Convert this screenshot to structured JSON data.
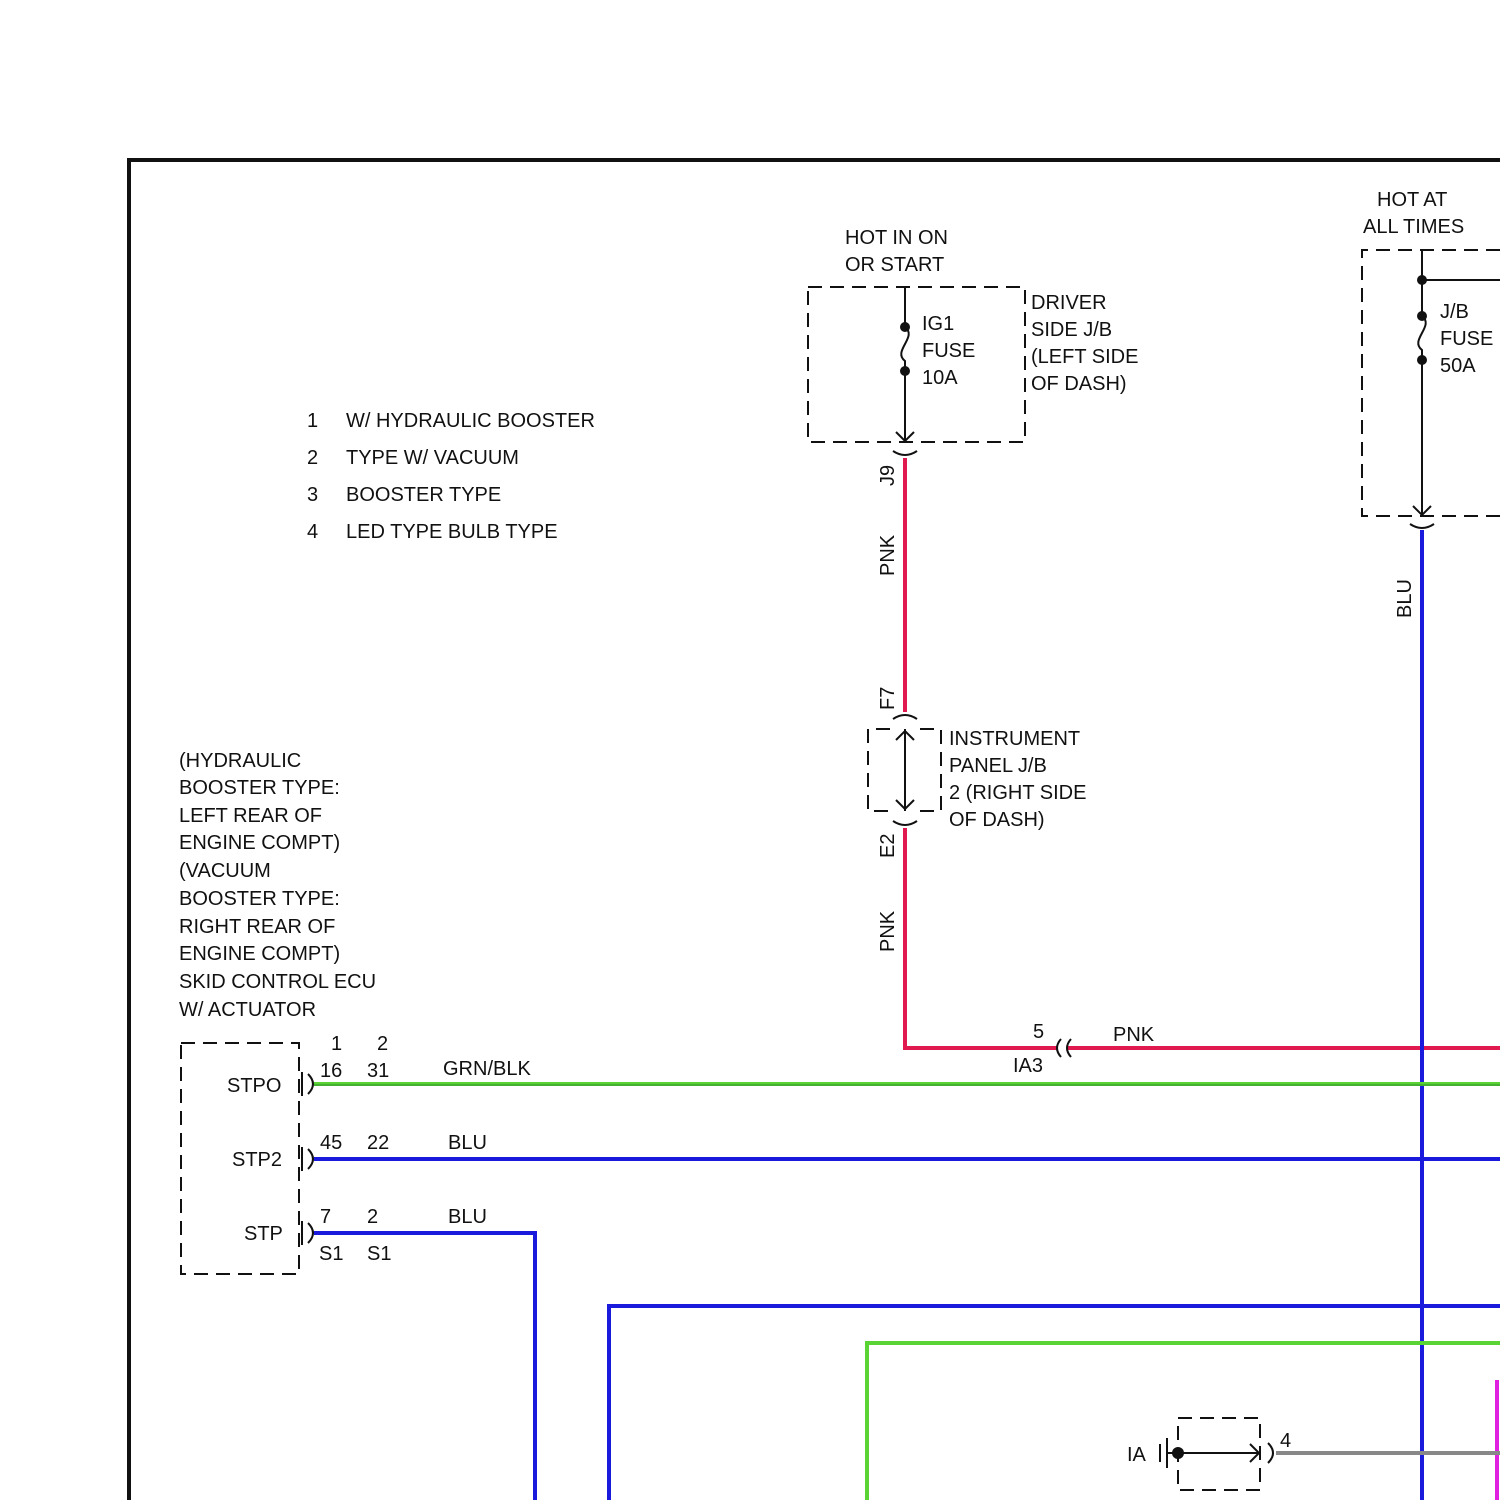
{
  "legend": [
    {
      "num": "1",
      "text": "W/ HYDRAULIC BOOSTER"
    },
    {
      "num": "2",
      "text": "TYPE W/ VACUUM"
    },
    {
      "num": "3",
      "text": "BOOSTER TYPE"
    },
    {
      "num": "4",
      "text": "LED TYPE BULB TYPE"
    }
  ],
  "power": {
    "ign_label": [
      "HOT IN ON",
      "OR START"
    ],
    "ign_fuse": [
      "IG1",
      "FUSE",
      "10A"
    ],
    "driver_jb": [
      "DRIVER",
      "SIDE J/B",
      "(LEFT SIDE",
      "OF DASH)"
    ],
    "batt_label": [
      "HOT AT",
      "ALL TIMES"
    ],
    "batt_fuse": [
      "J/B",
      "FUSE",
      "50A"
    ]
  },
  "connectors": {
    "j9": "J9",
    "f7": "F7",
    "e2": "E2",
    "ia3_pin": "5",
    "ia3": "IA3",
    "ia": "IA",
    "ia_pin": "4"
  },
  "instrument_jb": [
    "INSTRUMENT",
    "PANEL J/B",
    "2 (RIGHT SIDE",
    "OF DASH)"
  ],
  "wire_colors": {
    "pnk_upper": "PNK",
    "pnk_lower": "PNK",
    "pnk_horizontal": "PNK",
    "blu_vertical": "BLU",
    "grn_blk": "GRN/BLK",
    "blu_stp2": "BLU",
    "blu_stp": "BLU"
  },
  "ecu": {
    "location": [
      "(HYDRAULIC",
      "BOOSTER TYPE:",
      "LEFT REAR OF",
      "ENGINE COMPT)",
      "(VACUUM",
      "BOOSTER TYPE:",
      "RIGHT REAR OF",
      "ENGINE COMPT)",
      "SKID CONTROL ECU",
      "W/ ACTUATOR"
    ],
    "col_headers": [
      "1",
      "2"
    ],
    "pins": [
      {
        "name": "STPO",
        "pin1": "16",
        "pin2": "31"
      },
      {
        "name": "STP2",
        "pin1": "45",
        "pin2": "22"
      },
      {
        "name": "STP",
        "pin1": "7",
        "pin2": "2"
      }
    ],
    "connector_ids": [
      "S1",
      "S1"
    ]
  },
  "colors": {
    "pnk": "#e0194f",
    "blu": "#1a1adc",
    "grn": "#5ad434",
    "grn_blk_stripe": "#2e8a2e",
    "magenta": "#e020e0",
    "gray": "#888888",
    "border": "#111111"
  }
}
